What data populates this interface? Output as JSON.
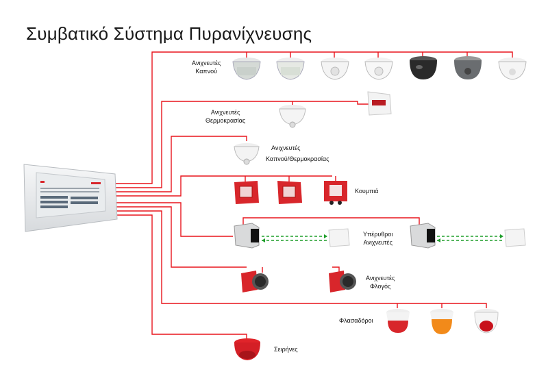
{
  "title": "Συμβατικό Σύστημα Πυρανίχνευσης",
  "labels": {
    "smoke_line1": "Ανιχνευτές",
    "smoke_line2": "Καπνού",
    "heat_line1": "Ανιχνευτές",
    "heat_line2": "Θερμοκρασίας",
    "combo_line1": "Ανιχνευτές",
    "combo_line2": "Καπνού/Θερμοκρασίας",
    "buttons": "Κουμπιά",
    "ir_line1": "Υπέρυθροι",
    "ir_line2": "Ανιχνευτές",
    "flame_line1": "Ανιχνευτές",
    "flame_line2": "Φλογός",
    "beacons": "Φλασαδόροι",
    "sirens": "Σειρήνες"
  },
  "colors": {
    "wire": "#e8141c",
    "beam": "#1e9e2a",
    "device_red": "#d8262b",
    "panel": "#eef0f2"
  }
}
